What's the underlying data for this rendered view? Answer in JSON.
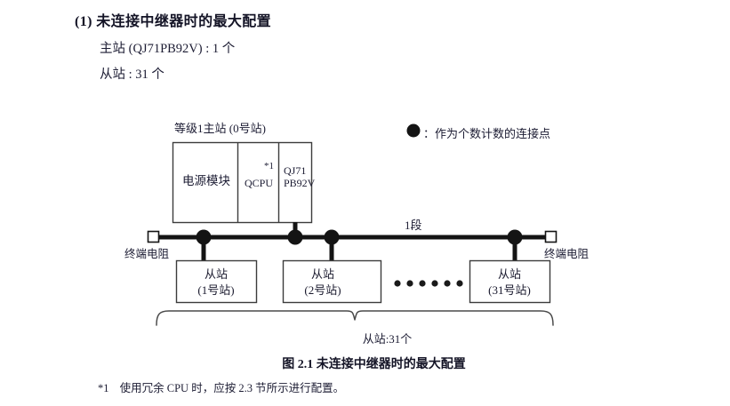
{
  "heading": {
    "number": "(1)",
    "title": "未连接中继器时的最大配置",
    "master_line": "主站 (QJ71PB92V) : 1 个",
    "slave_line": "从站 : 31 个"
  },
  "figure": {
    "master_group_label": "等级1主站 (0号站)",
    "module_rack": {
      "power_module": "电源模块",
      "cpu_module": "QCPU",
      "cpu_footnote_mark": "*1",
      "network_module_line1": "QJ71",
      "network_module_line2": "PB92V"
    },
    "legend": {
      "symbol": "filled-circle-icon",
      "text": "：作为个数计数的连接点"
    },
    "bus": {
      "segment_label": "1段",
      "terminator_left_label": "终端电阻",
      "terminator_right_label": "终端电阻",
      "connection_dot_count": 4
    },
    "slaves": [
      {
        "title": "从站",
        "station": "(1号站)"
      },
      {
        "title": "从站",
        "station": "(2号站)"
      },
      {
        "title": "从站",
        "station": "(31号站)"
      }
    ],
    "ellipsis_dot_count": 6,
    "brace_caption": "从站:31个",
    "caption": "图 2.1  未连接中继器时的最大配置"
  },
  "footnote": {
    "mark": "*1",
    "text": "使用冗余 CPU 时，应按 2.3 节所示进行配置。"
  },
  "colors": {
    "text": "#1c1c33",
    "heading": "#141426",
    "bus_line": "#141414",
    "box_stroke": "#3c3c3c",
    "brace": "#4a4a4a"
  }
}
